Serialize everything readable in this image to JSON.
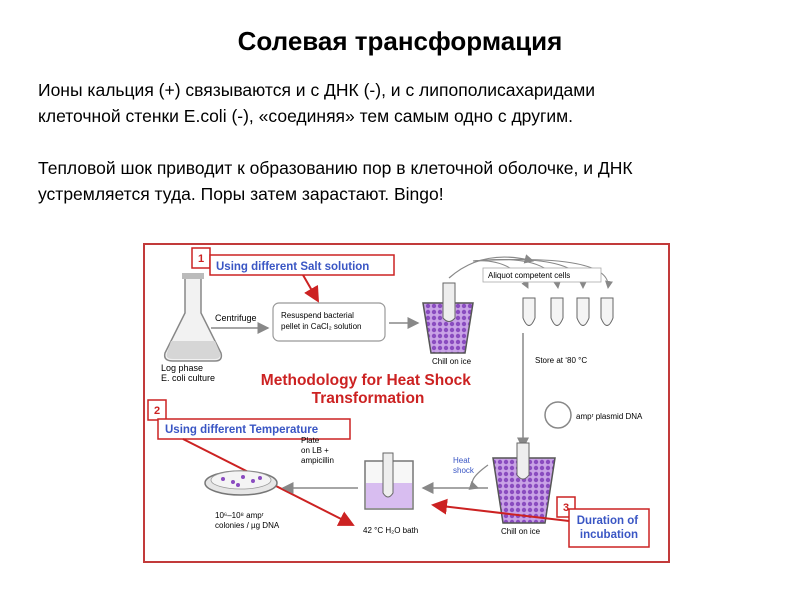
{
  "title": "Солевая трансформация",
  "paragraphs": [
    [
      "Ионы кальция (+) связываются и с ДНК (-), и с липополисахаридами",
      "клеточной стенки E.coli (-), «соединяя» тем самым одно с другим."
    ],
    [
      "Тепловой шок приводит к образованию пор в клеточной оболочке, и ДНК",
      "устремляется туда. Поры затем зарастают. Bingo!"
    ]
  ],
  "diagram": {
    "heading": [
      "Methodology for Heat Shock",
      "Transformation"
    ],
    "callouts": [
      {
        "num": "1",
        "text": "Using different Salt solution"
      },
      {
        "num": "2",
        "text": "Using different Temperature"
      },
      {
        "num": "3",
        "text": [
          "Duration of",
          "incubation"
        ]
      }
    ],
    "labels": {
      "flask": [
        "Log phase",
        "E. coli culture"
      ],
      "centrifuge": "Centrifuge",
      "resuspend": [
        "Resuspend bacterial",
        "pellet in CaCl₂ solution"
      ],
      "chill1": "Chill on ice",
      "aliquot": "Aliquot competent cells",
      "store": "Store at ‘80 °C",
      "plasmid": "ampʳ plasmid DNA",
      "heat_shock": [
        "Heat",
        "shock"
      ],
      "chill2": "Chill on ice",
      "bath": "42 °C H₂O bath",
      "plate": [
        "Plate",
        "on LB +",
        "ampicillin"
      ],
      "colonies": [
        "10⁶–10⁸ ampʳ",
        "colonies / µg DNA"
      ]
    },
    "colors": {
      "red": "#cc2222",
      "blue": "#3a56c4",
      "purple": "#9a62c8",
      "border": "#c23a3a"
    }
  }
}
